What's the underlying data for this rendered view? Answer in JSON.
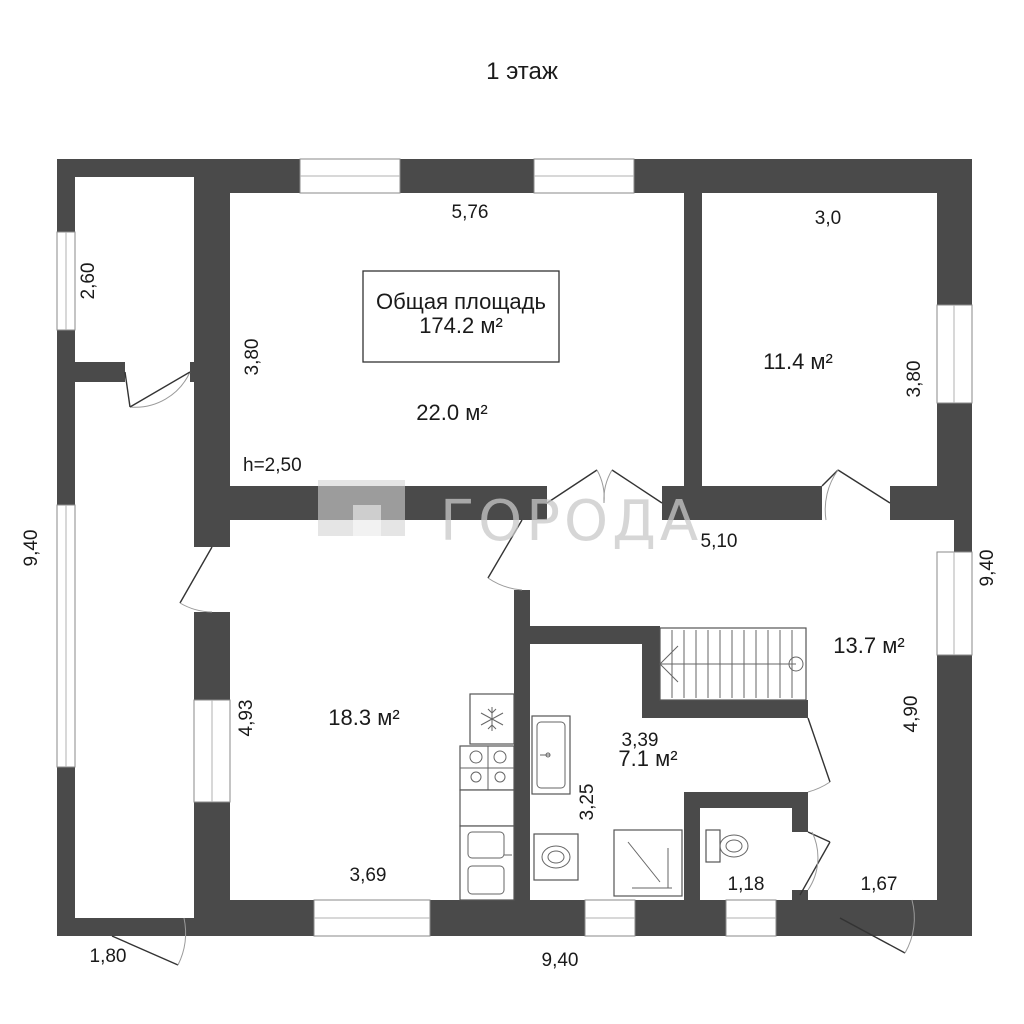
{
  "title": "1 этаж",
  "watermark": "ГОРОДА",
  "total_area": {
    "label": "Общая площадь",
    "value": "174.2 м²"
  },
  "ceiling_height": "h=2,50",
  "rooms": [
    {
      "id": "living",
      "area": "22.0 м²",
      "width": "5,76",
      "depth": "3,80"
    },
    {
      "id": "bedroom",
      "area": "11.4 м²",
      "width": "3,0",
      "depth": "3,80"
    },
    {
      "id": "kitchen",
      "area": "18.3 м²",
      "width": "3,69",
      "depth": "4,93"
    },
    {
      "id": "hall",
      "area": "13.7 м²",
      "width": "5,10",
      "depth": "4,90"
    },
    {
      "id": "bathroom",
      "area": "7.1 м²",
      "width": "3,39",
      "depth": "3,25"
    },
    {
      "id": "wc",
      "width": "1,18"
    },
    {
      "id": "vestibule",
      "width": "1,67"
    },
    {
      "id": "storage",
      "depth": "2,60"
    },
    {
      "id": "corridor",
      "width": "1,80"
    }
  ],
  "outer": {
    "left": "9,40",
    "right": "9,40",
    "bottom": "9,40"
  },
  "icons": [
    "snowflake-icon",
    "stairs-icon",
    "sink-icon",
    "stove-icon",
    "toilet-icon",
    "shower-icon",
    "washer-icon"
  ]
}
